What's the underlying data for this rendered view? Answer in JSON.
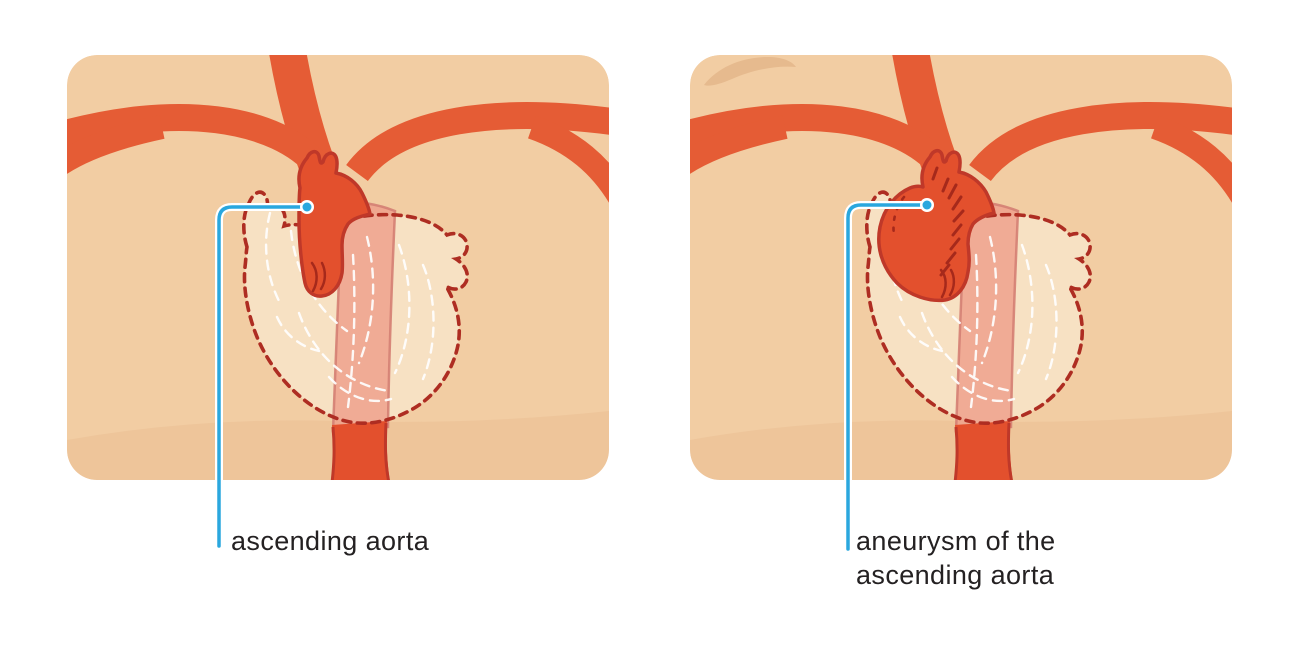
{
  "figure": {
    "description_labels_visible_only": true
  },
  "panels": [
    {
      "id": "normal-ascending-aorta",
      "label": "ascending aorta"
    },
    {
      "id": "aneurysm-of-ascending-aorta",
      "label": "aneurysm of the\nascending aorta"
    }
  ],
  "colors": {
    "page_bg": "#FFFFFF",
    "panel_bg": "#F2CDA3",
    "panel_shade": "#E3B488",
    "swoosh": "#E6BA8E",
    "artery": "#E55C35",
    "aorta_fill": "#E3502D",
    "aorta_outline": "#BF3829",
    "aorta_detail": "#A6291B",
    "heart_fill": "#F8E4C9",
    "heart_outline": "#AE2D22",
    "inner_lines": "#FFFFFF",
    "vessel_behind": "#EE9D89",
    "vessel_behind_edge": "#D47F73",
    "leader_line": "#2AA7DE",
    "label_text": "#242122"
  }
}
